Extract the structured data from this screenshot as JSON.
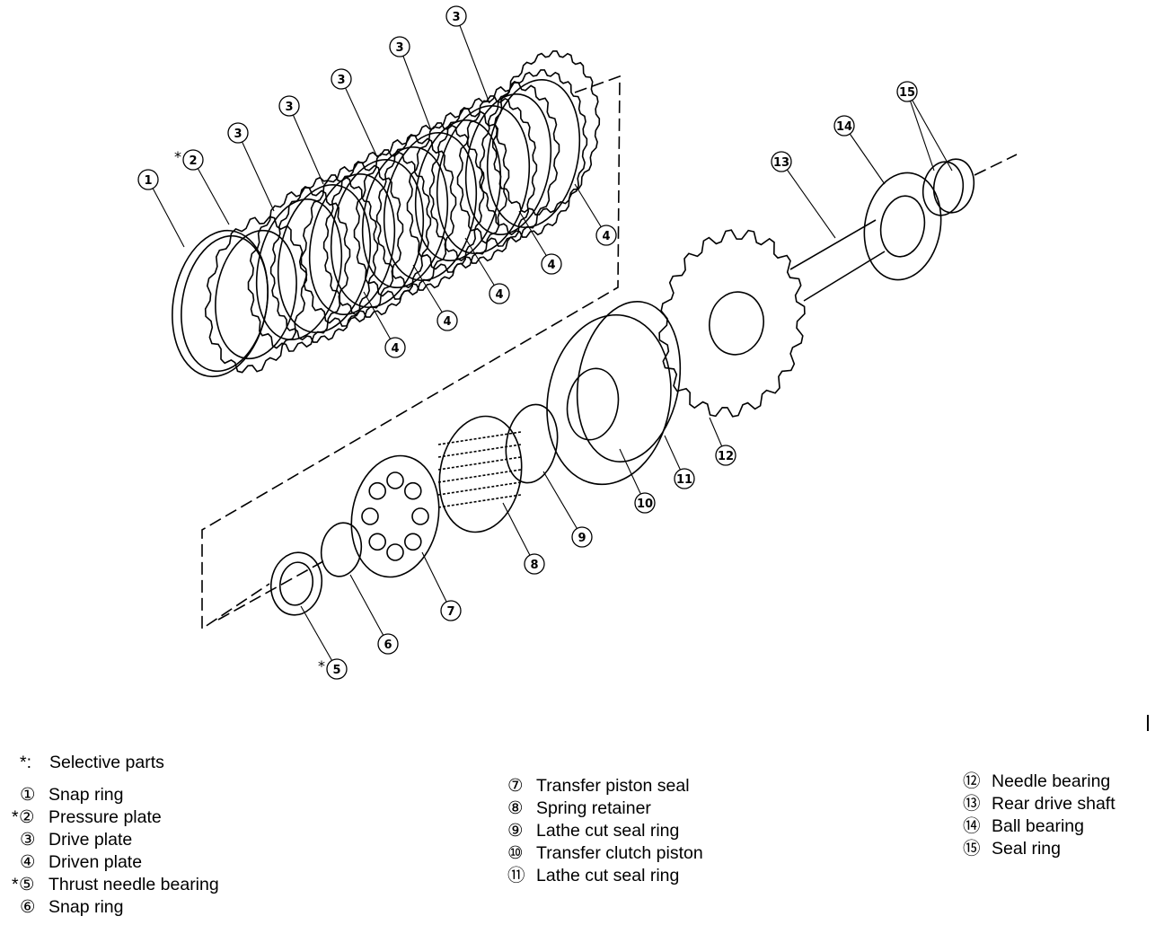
{
  "callouts": [
    {
      "key": "1",
      "glyph": "①"
    },
    {
      "key": "2",
      "glyph": "②",
      "selective": true
    },
    {
      "key": "3",
      "glyph": "③"
    },
    {
      "key": "4",
      "glyph": "④"
    },
    {
      "key": "5",
      "glyph": "⑤",
      "selective": true
    },
    {
      "key": "6",
      "glyph": "⑥"
    },
    {
      "key": "7",
      "glyph": "⑦"
    },
    {
      "key": "8",
      "glyph": "⑧"
    },
    {
      "key": "9",
      "glyph": "⑨"
    },
    {
      "key": "10",
      "glyph": "⑩"
    },
    {
      "key": "11",
      "glyph": "⑪"
    },
    {
      "key": "12",
      "glyph": "⑫"
    },
    {
      "key": "13",
      "glyph": "⑬"
    },
    {
      "key": "14",
      "glyph": "⑭"
    },
    {
      "key": "15",
      "glyph": "⑮"
    }
  ],
  "asterisk": "*",
  "legend": {
    "note_marker": "*:",
    "note_text": "Selective parts",
    "columns": [
      [
        {
          "mark": "①",
          "star": "",
          "text": "Snap ring"
        },
        {
          "mark": "②",
          "star": "*",
          "text": "Pressure plate"
        },
        {
          "mark": "③",
          "star": "",
          "text": "Drive plate"
        },
        {
          "mark": "④",
          "star": "",
          "text": "Driven plate"
        },
        {
          "mark": "⑤",
          "star": "*",
          "text": "Thrust needle bearing"
        },
        {
          "mark": "⑥",
          "star": "",
          "text": "Snap ring"
        }
      ],
      [
        {
          "mark": "⑦",
          "star": "",
          "text": "Transfer piston seal"
        },
        {
          "mark": "⑧",
          "star": "",
          "text": "Spring retainer"
        },
        {
          "mark": "⑨",
          "star": "",
          "text": "Lathe cut seal ring"
        },
        {
          "mark": "⑩",
          "star": "",
          "text": "Transfer clutch piston"
        },
        {
          "mark": "⑪",
          "star": "",
          "text": "Lathe cut seal ring"
        }
      ],
      [
        {
          "mark": "⑫",
          "star": "",
          "text": "Needle bearing"
        },
        {
          "mark": "⑬",
          "star": "",
          "text": "Rear drive shaft"
        },
        {
          "mark": "⑭",
          "star": "",
          "text": "Ball bearing"
        },
        {
          "mark": "⑮",
          "star": "",
          "text": "Seal ring"
        }
      ]
    ]
  },
  "colors": {
    "ink": "#000000",
    "paper": "#ffffff"
  }
}
